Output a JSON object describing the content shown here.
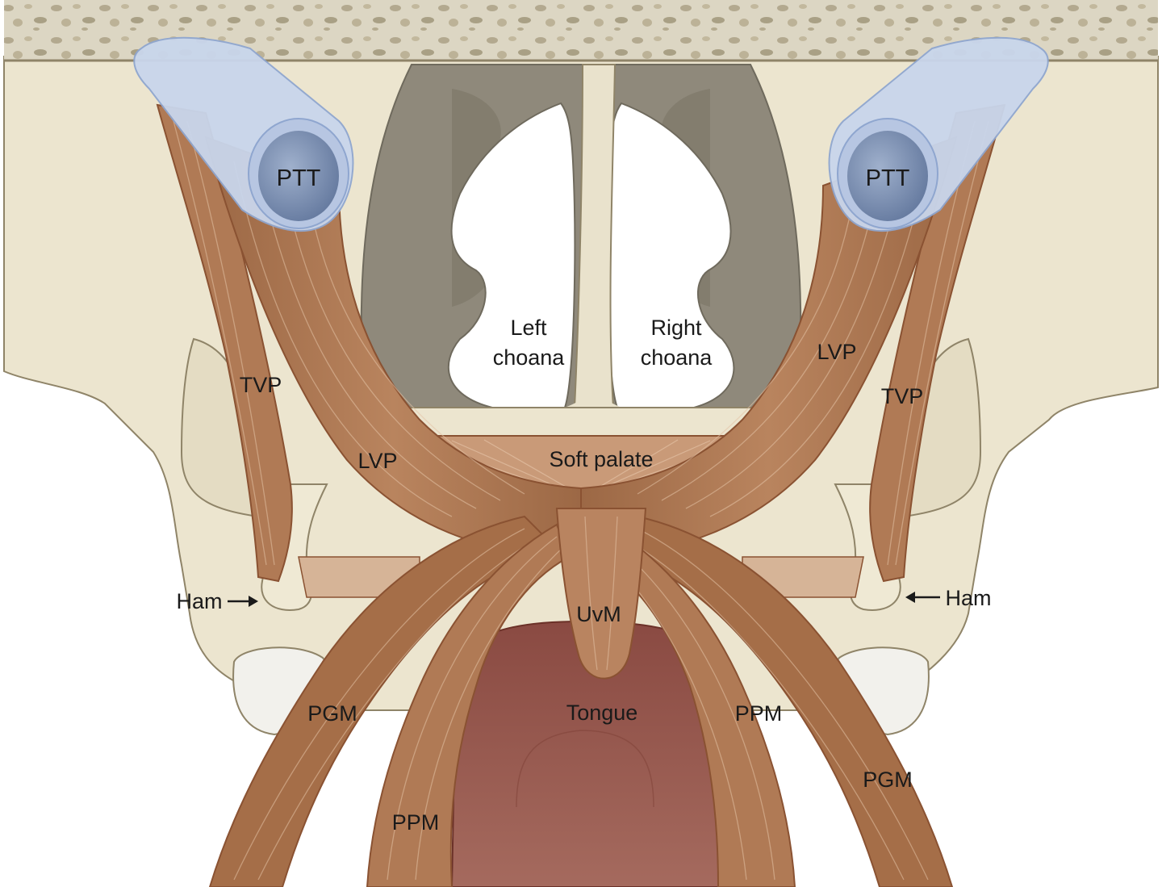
{
  "labels": {
    "ptt_left": "PTT",
    "ptt_right": "PTT",
    "left_choana_line1": "Left",
    "left_choana_line2": "choana",
    "right_choana_line1": "Right",
    "right_choana_line2": "choana",
    "lvp_left": "LVP",
    "lvp_right": "LVP",
    "tvp_left": "TVP",
    "tvp_right": "TVP",
    "soft_palate": "Soft palate",
    "ham_left": "Ham",
    "ham_right": "Ham",
    "uvm": "UvM",
    "tongue": "Tongue",
    "pgm_left": "PGM",
    "pgm_right": "PGM",
    "ppm_left": "PPM",
    "ppm_right": "PPM"
  },
  "colors": {
    "bone": "#ece5cf",
    "bone_outline": "#8f8468",
    "skull_base": "#d9d2bf",
    "nasal_cavity": "#8f897b",
    "muscle": "#b07a55",
    "muscle_dark": "#8a5232",
    "tongue": "#9a5a4f",
    "tube": "#c9d6ec",
    "tube_lumen": "#7d8fb0"
  }
}
